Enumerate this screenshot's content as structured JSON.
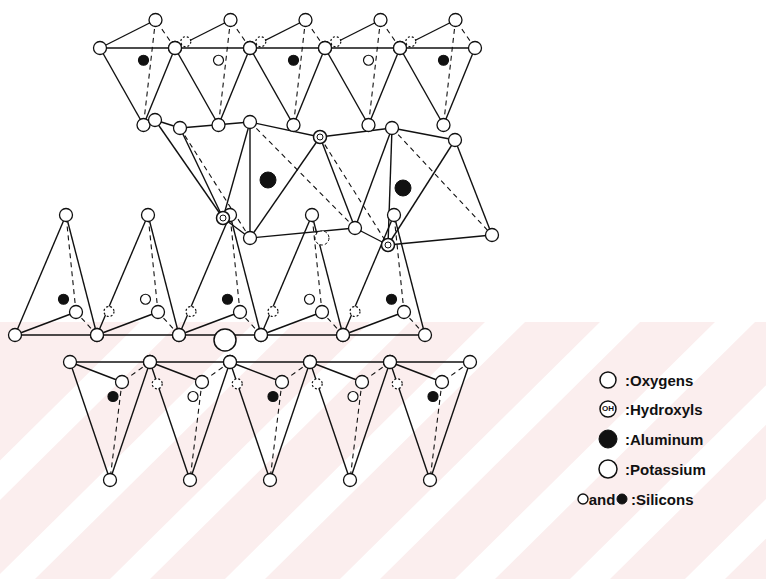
{
  "diagram": {
    "labels": [
      "OH",
      "and"
    ],
    "legend": [
      {
        "text": ":Oxygens"
      },
      {
        "text": ":Hydroxyls"
      },
      {
        "text": ":Aluminum"
      },
      {
        "text": ":Potassium"
      },
      {
        "text": ":Silicons"
      }
    ]
  }
}
